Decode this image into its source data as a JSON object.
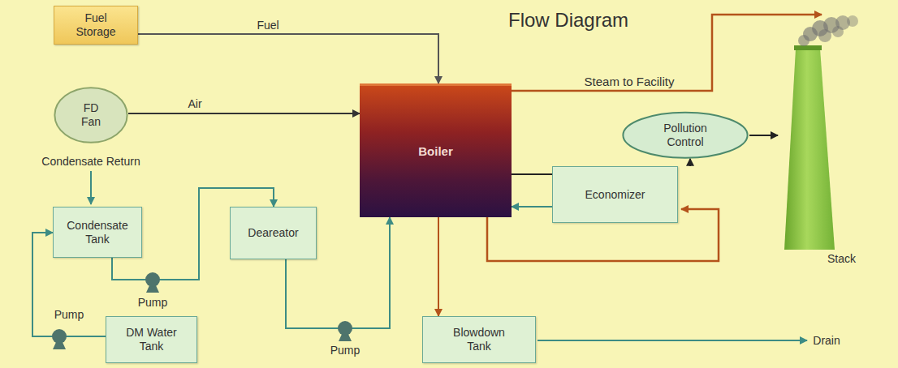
{
  "diagram": {
    "title": "Flow Diagram",
    "nodes": [
      {
        "text": [
          "Fuel Storage"
        ]
      },
      {
        "text": [
          "FD Fan"
        ]
      },
      {
        "text": [
          "Boiler"
        ]
      },
      {
        "text": [
          "Pollution Control"
        ]
      },
      {
        "text": [
          "Economizer"
        ]
      },
      {
        "text": [
          "Condensate Tank"
        ]
      },
      {
        "text": [
          "Deareator"
        ]
      },
      {
        "text": [
          "DM Water Tank"
        ]
      },
      {
        "text": [
          "Blowdown Tank"
        ]
      },
      {
        "text": [
          "Stack"
        ]
      }
    ],
    "edges": [
      {
        "from": 0,
        "to": 2,
        "label": "Fuel",
        "arrow": "to"
      },
      {
        "from": 1,
        "to": 2,
        "label": "Air",
        "arrow": "to"
      },
      {
        "from": 5,
        "to": 6,
        "arrow": "to"
      },
      {
        "from": 7,
        "to": 5,
        "arrow": "to"
      },
      {
        "from": 6,
        "to": 2,
        "arrow": "to"
      },
      {
        "from": 4,
        "to": 2,
        "arrow": "to"
      },
      {
        "from": 2,
        "to": 4,
        "arrow": "none"
      },
      {
        "from": 4,
        "to": 3,
        "arrow": "to"
      },
      {
        "from": 3,
        "to": 9,
        "arrow": "to"
      },
      {
        "from": 2,
        "to": 8,
        "arrow": "to"
      }
    ],
    "labels": [
      "Steam to Facility",
      "Condensate Return",
      "Pump",
      "Pump",
      "Pump",
      "Drain"
    ]
  }
}
